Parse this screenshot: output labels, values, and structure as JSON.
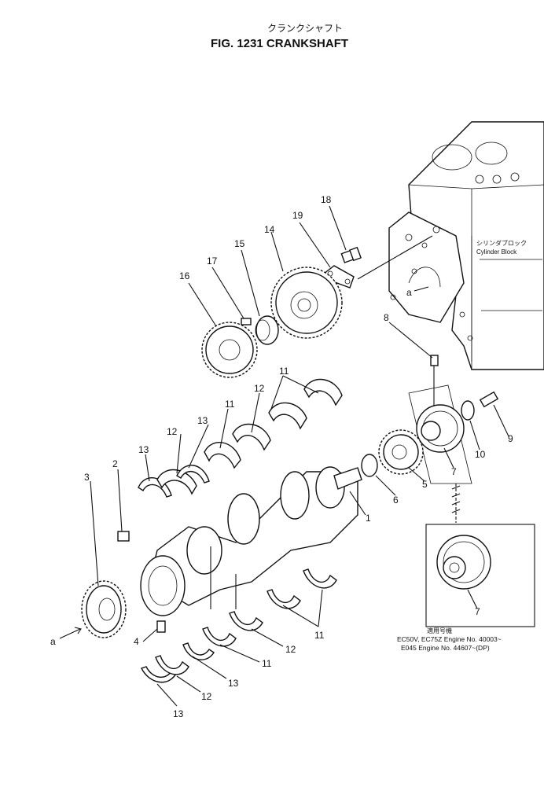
{
  "title_jp": "クランクシャフト",
  "title_en": "FIG. 1231  CRANKSHAFT",
  "cylinder_block_jp": "シリンダブロック",
  "cylinder_block_en": "Cylinder Block",
  "view_marker": "a",
  "footnote": {
    "jp": "適用号機",
    "line1": "EC50V, EC75Z  Engine No. 40003~",
    "line2": "E045   Engine No. 44607~(DP)"
  },
  "callouts": {
    "c1": "1",
    "c2": "2",
    "c3": "3",
    "c4": "4",
    "c5": "5",
    "c6": "6",
    "c7a": "7",
    "c7b": "7",
    "c8": "8",
    "c9": "9",
    "c10": "10",
    "c11a": "11",
    "c11b": "11",
    "c11c": "11",
    "c11d": "11",
    "c12a": "12",
    "c12b": "12",
    "c12c": "12",
    "c12d": "12",
    "c13a": "13",
    "c13b": "13",
    "c13c": "13",
    "c13d": "13",
    "c14": "14",
    "c15": "15",
    "c16": "16",
    "c17": "17",
    "c18": "18",
    "c19": "19"
  }
}
